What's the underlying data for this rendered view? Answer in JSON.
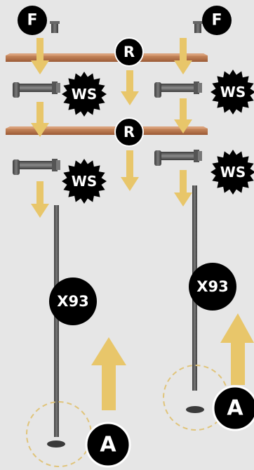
{
  "colors": {
    "background": "#e6e6e6",
    "arrow": "#e8c66a",
    "badge": "#000000",
    "badge_text": "#ffffff",
    "shelf": "#b56f47",
    "pipe": "#555555",
    "circle_dash": "#e0c47a"
  },
  "labels": {
    "flange": "F",
    "reducer": "R",
    "wall_screw": "WS",
    "rod": "X93",
    "anchor": "A"
  }
}
